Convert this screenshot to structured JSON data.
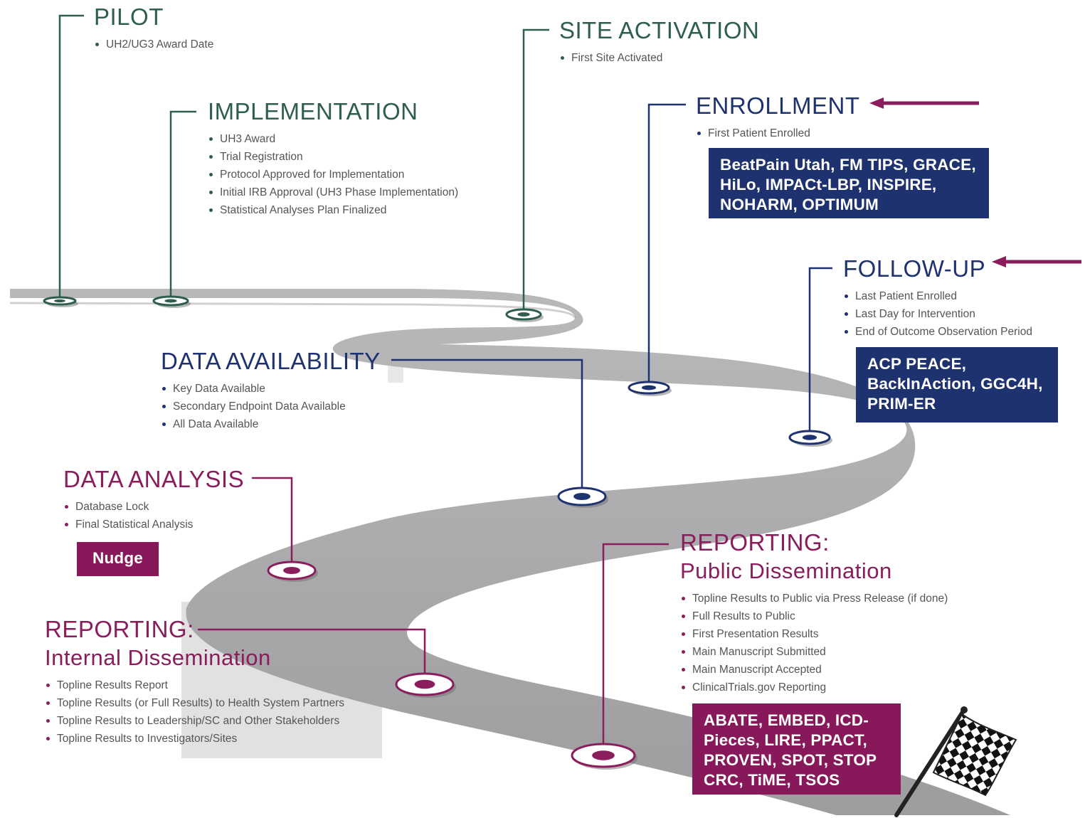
{
  "colors": {
    "green": "#2e5e4e",
    "navy": "#1f3270",
    "plum": "#8a1d5c",
    "road": "#a9a9ab",
    "arrow": "#8a1d5c"
  },
  "stages": {
    "pilot": {
      "title": "PILOT",
      "items": [
        "UH2/UG3 Award Date"
      ]
    },
    "implementation": {
      "title": "IMPLEMENTATION",
      "items": [
        "UH3 Award",
        "Trial Registration",
        "Protocol Approved for Implementation",
        "Initial IRB Approval (UH3 Phase Implementation)",
        "Statistical Analyses Plan Finalized"
      ]
    },
    "site_activation": {
      "title": "SITE ACTIVATION",
      "items": [
        "First Site Activated"
      ]
    },
    "enrollment": {
      "title": "ENROLLMENT",
      "items": [
        "First Patient Enrolled"
      ],
      "trials": "BeatPain Utah, FM TIPS, GRACE, HiLo, IMPACt-LBP, INSPIRE, NOHARM, OPTIMUM"
    },
    "follow_up": {
      "title": "FOLLOW-UP",
      "items": [
        "Last Patient Enrolled",
        "Last Day for Intervention",
        "End of Outcome Observation Period"
      ],
      "trials": "ACP PEACE, BackInAction, GGC4H, PRIM-ER"
    },
    "data_availability": {
      "title": "DATA AVAILABILITY",
      "items": [
        "Key Data Available",
        "Secondary Endpoint Data Available",
        "All Data Available"
      ]
    },
    "data_analysis": {
      "title": "DATA ANALYSIS",
      "items": [
        "Database Lock",
        "Final Statistical Analysis"
      ],
      "trials": "Nudge"
    },
    "reporting_internal": {
      "title": "REPORTING:",
      "subtitle": "Internal Dissemination",
      "items": [
        "Topline Results Report",
        "Topline Results (or Full Results) to Health System Partners",
        "Topline Results to Leadership/SC and Other Stakeholders",
        "Topline Results to Investigators/Sites"
      ]
    },
    "reporting_public": {
      "title": "REPORTING:",
      "subtitle": "Public Dissemination",
      "items": [
        "Topline Results to Public via Press Release (if done)",
        "Full Results to Public",
        "First Presentation Results",
        "Main Manuscript Submitted",
        "Main Manuscript Accepted",
        "ClinicalTrials.gov Reporting"
      ],
      "trials": "ABATE, EMBED, ICD-Pieces, LIRE, PPACT, PROVEN, SPOT, STOP CRC, TiME, TSOS"
    }
  },
  "icons": [
    "arrow-left-icon",
    "checkered-flag-icon",
    "milestone-marker-icon"
  ]
}
